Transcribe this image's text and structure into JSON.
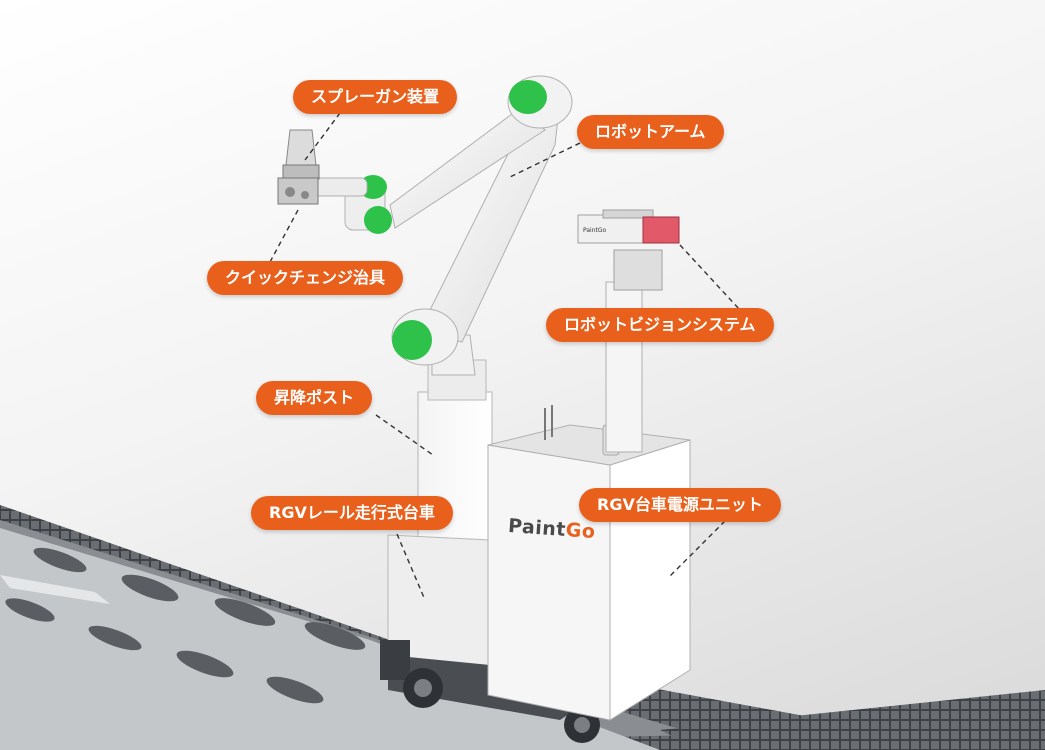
{
  "colors": {
    "accent": "#e8601c",
    "joint_green": "#2ec24a",
    "vision_red": "#e25a6a",
    "brand_orange": "#e8601c"
  },
  "brand": {
    "name_part1": "Paint",
    "name_part2": "Go"
  },
  "labels": {
    "spray_gun": "スプレーガン装置",
    "robot_arm": "ロボットアーム",
    "quick_change": "クイックチェンジ治具",
    "vision_system": "ロボットビジョンシステム",
    "lift_post": "昇降ポスト",
    "rgv_cart": "RGVレール走行式台車",
    "rgv_power": "RGV台車電源ユニット"
  },
  "icons": {
    "robot": "collaborative-robot-illustration",
    "rail": "rgv-rail-track"
  }
}
